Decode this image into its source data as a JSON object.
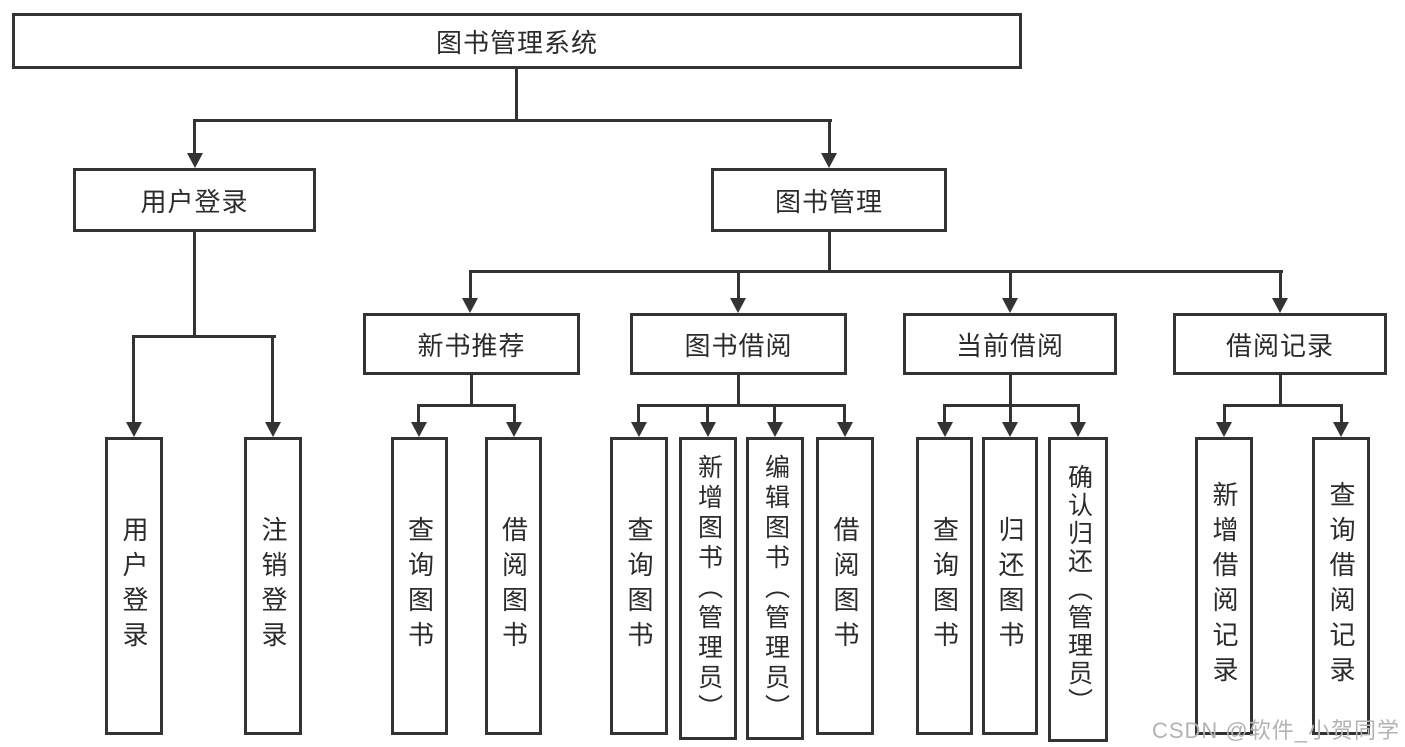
{
  "diagram": {
    "root": {
      "label": "图书管理系统"
    },
    "level2": [
      {
        "label": "用户登录"
      },
      {
        "label": "图书管理"
      }
    ],
    "level3": [
      {
        "label": "新书推荐"
      },
      {
        "label": "图书借阅"
      },
      {
        "label": "当前借阅"
      },
      {
        "label": "借阅记录"
      }
    ],
    "leaves": {
      "user_login": [
        "用户登录",
        "注销登录"
      ],
      "new_book_recommend": [
        "查询图书",
        "借阅图书"
      ],
      "book_borrow": [
        "查询图书",
        "新增图书（管理员）",
        "编辑图书（管理员）",
        "借阅图书"
      ],
      "current_borrow": [
        "查询图书",
        "归还图书",
        "确认归还（管理员）"
      ],
      "borrow_records": [
        "新增借阅记录",
        "查询借阅记录"
      ]
    }
  },
  "watermark": {
    "text": "CSDN @软件_小贺同学"
  },
  "colors": {
    "line": "#333333",
    "text": "#2b2b2b",
    "watermark": "#b3b3b3",
    "background": "#ffffff"
  }
}
